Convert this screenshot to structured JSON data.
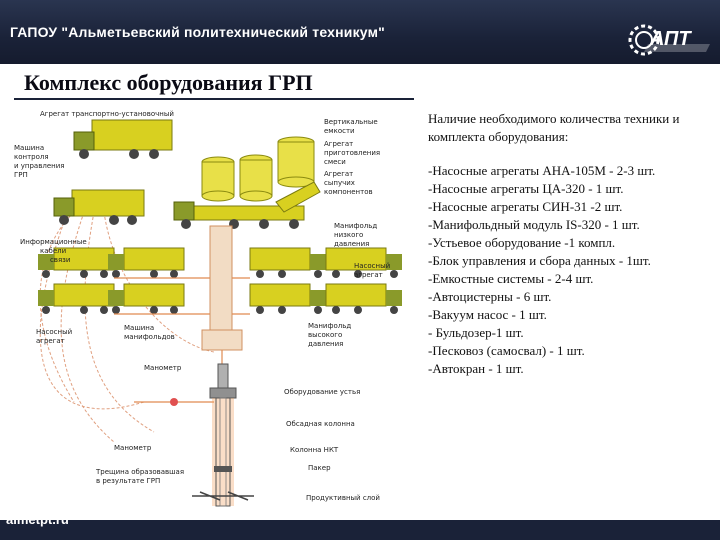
{
  "header": {
    "title": "ГАПОУ \"Альметьевский политехнический техникум\""
  },
  "logo": {
    "text": "АПТ"
  },
  "slide": {
    "title": "Комплекс оборудования ГРП"
  },
  "diagram_labels": {
    "transport_unit": "Агрегат транспортно-установочный",
    "control_machine_1": "Машина",
    "control_machine_2": "контроля",
    "control_machine_3": "и управления",
    "control_machine_4": "ГРП",
    "info_cables_1": "Информационные",
    "info_cables_2": "кабели",
    "info_cables_3": "связи",
    "vertical_tanks_1": "Вертикальные",
    "vertical_tanks_2": "емкости",
    "mixing_unit_1": "Агрегат",
    "mixing_unit_2": "приготовления",
    "mixing_unit_3": "смеси",
    "bulk_unit_1": "Агрегат",
    "bulk_unit_2": "сыпучих",
    "bulk_unit_3": "компонентов",
    "low_manifold_1": "Манифольд",
    "low_manifold_2": "низкого",
    "low_manifold_3": "давления",
    "pump_unit_right_1": "Насосный",
    "pump_unit_right_2": "агрегат",
    "pump_unit_left_1": "Насосный",
    "pump_unit_left_2": "агрегат",
    "manifold_machine_1": "Машина",
    "manifold_machine_2": "манифольдов",
    "high_manifold_1": "Манифольд",
    "high_manifold_2": "высокого",
    "high_manifold_3": "давления",
    "manometer_top": "Манометр",
    "wellhead": "Оборудование устья",
    "casing": "Обсадная колонна",
    "manometer_bottom": "Манометр",
    "tubing": "Колонна НКТ",
    "packer": "Пакер",
    "fracture_1": "Трещина образовавшая",
    "fracture_2": "в результате ГРП",
    "productive_layer": "Продуктивный слой"
  },
  "equipment": {
    "intro": "Наличие необходимого количества техники и комплекта оборудования:",
    "items": [
      "-Насосные агрегаты АНА-105М - 2-3 шт.",
      "-Насосные агрегаты ЦА-320 - 1 шт.",
      "-Насосные агрегаты СИН-31 -2 шт.",
      "-Манифольдный модуль IS-320 - 1 шт.",
      "-Устьевое оборудование -1 компл.",
      "-Блок управления и сбора данных - 1шт.",
      "-Емкостные системы - 2-4 шт.",
      "-Автоцистерны  - 6 шт.",
      "-Вакуум насос - 1 шт.",
      "- Бульдозер-1 шт.",
      "-Песковоз (самосвал) - 1 шт.",
      "-Автокран - 1 шт."
    ]
  },
  "footer": {
    "site": "almetpt.ru"
  },
  "colors": {
    "header_bg": "#1a2238",
    "truck_yellow": "#d8d020",
    "truck_green": "#8a9a2a",
    "pipe_orange": "#e08a50",
    "well_orange": "#f0a060"
  }
}
